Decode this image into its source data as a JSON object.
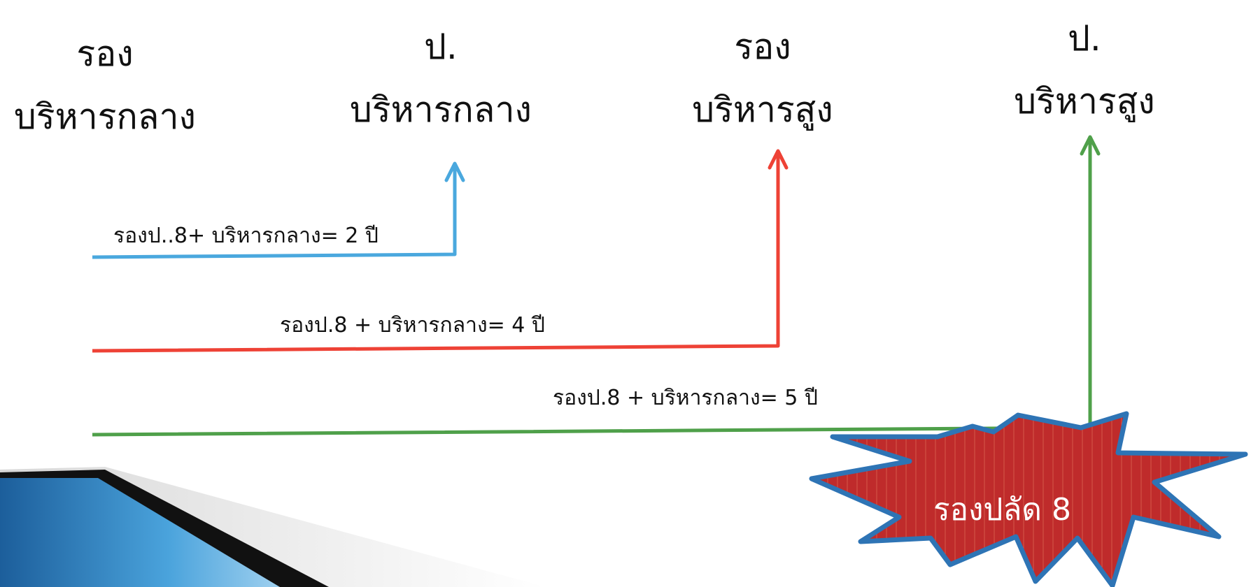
{
  "columns": [
    {
      "line1": "รอง",
      "line2": "บริหารกลาง"
    },
    {
      "line1": "ป.",
      "line2": "บริหารกลาง"
    },
    {
      "line1": "รอง",
      "line2": "บริหารสูง"
    },
    {
      "line1": "ป.",
      "line2": "บริหารสูง"
    }
  ],
  "paths": [
    {
      "label": "รองป..8+ บริหารกลาง= 2 ปี",
      "color": "#4aa8de"
    },
    {
      "label": "รองป.8 + บริหารกลาง= 4 ปี",
      "color": "#ee4236"
    },
    {
      "label": "รองป.8 + บริหารกลาง= 5 ปี",
      "color": "#4fa04a"
    }
  ],
  "badge": {
    "label": "รองปลัด 8",
    "fill": "#bf2b2b",
    "outline": "#2e74b5"
  }
}
